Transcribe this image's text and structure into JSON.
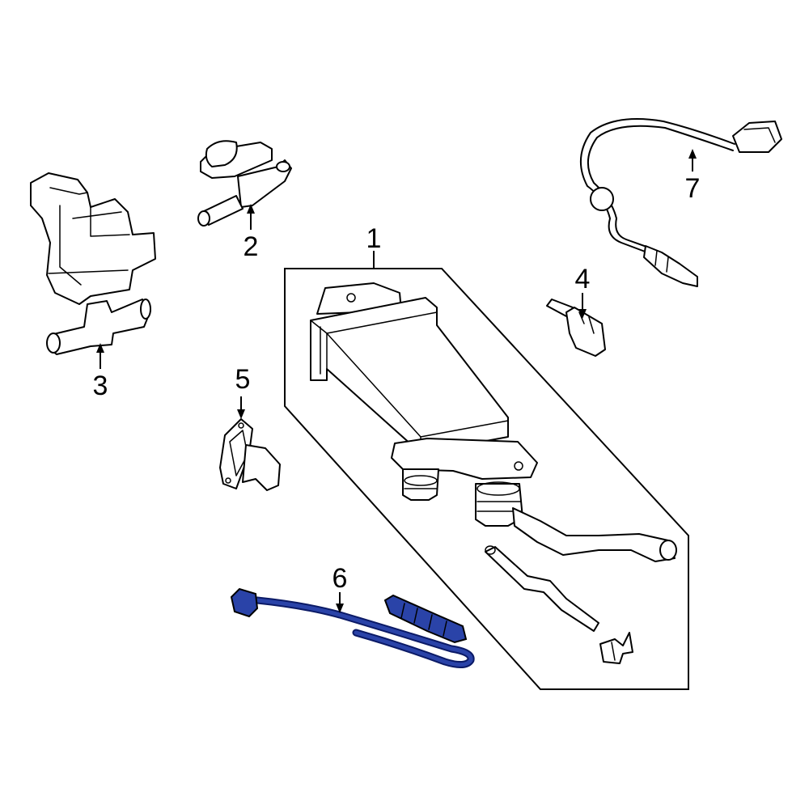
{
  "colors": {
    "line": "#000000",
    "background": "#ffffff",
    "highlight": "#2a43a8",
    "highlight_dark": "#0b1a66"
  },
  "callouts": [
    {
      "id": "1",
      "label": "1"
    },
    {
      "id": "2",
      "label": "2"
    },
    {
      "id": "3",
      "label": "3"
    },
    {
      "id": "4",
      "label": "4"
    },
    {
      "id": "5",
      "label": "5"
    },
    {
      "id": "6",
      "label": "6",
      "highlighted": true
    },
    {
      "id": "7",
      "label": "7"
    }
  ]
}
